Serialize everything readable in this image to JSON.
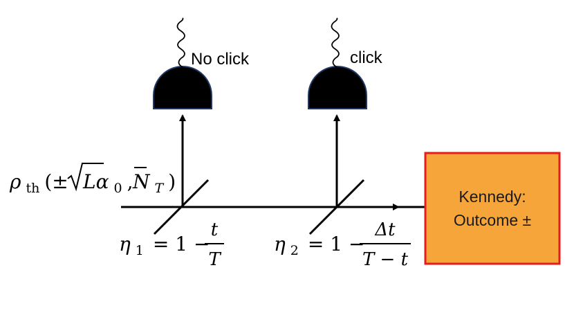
{
  "input_state": {
    "rho": "ρ",
    "sub": "th",
    "args_open": "(±",
    "sqrt_body": "Lα",
    "sqrt_sub": "0",
    "comma": ",",
    "nbar": "N",
    "nbar_sub": "T",
    "args_close": ")"
  },
  "detectors": [
    {
      "label": "No click"
    },
    {
      "label": "click"
    }
  ],
  "beamsplitters": [
    {
      "eta": "η",
      "eta_sub": "1",
      "eq": "= 1 −",
      "num": "t",
      "den": "T"
    },
    {
      "eta": "η",
      "eta_sub": "2",
      "eq": "= 1 −",
      "num": "Δt",
      "den": "T − t"
    }
  ],
  "kennedy": {
    "line1": "Kennedy:",
    "line2": "Outcome ±",
    "fill": "#f5a53a",
    "border": "#e31c1c"
  }
}
